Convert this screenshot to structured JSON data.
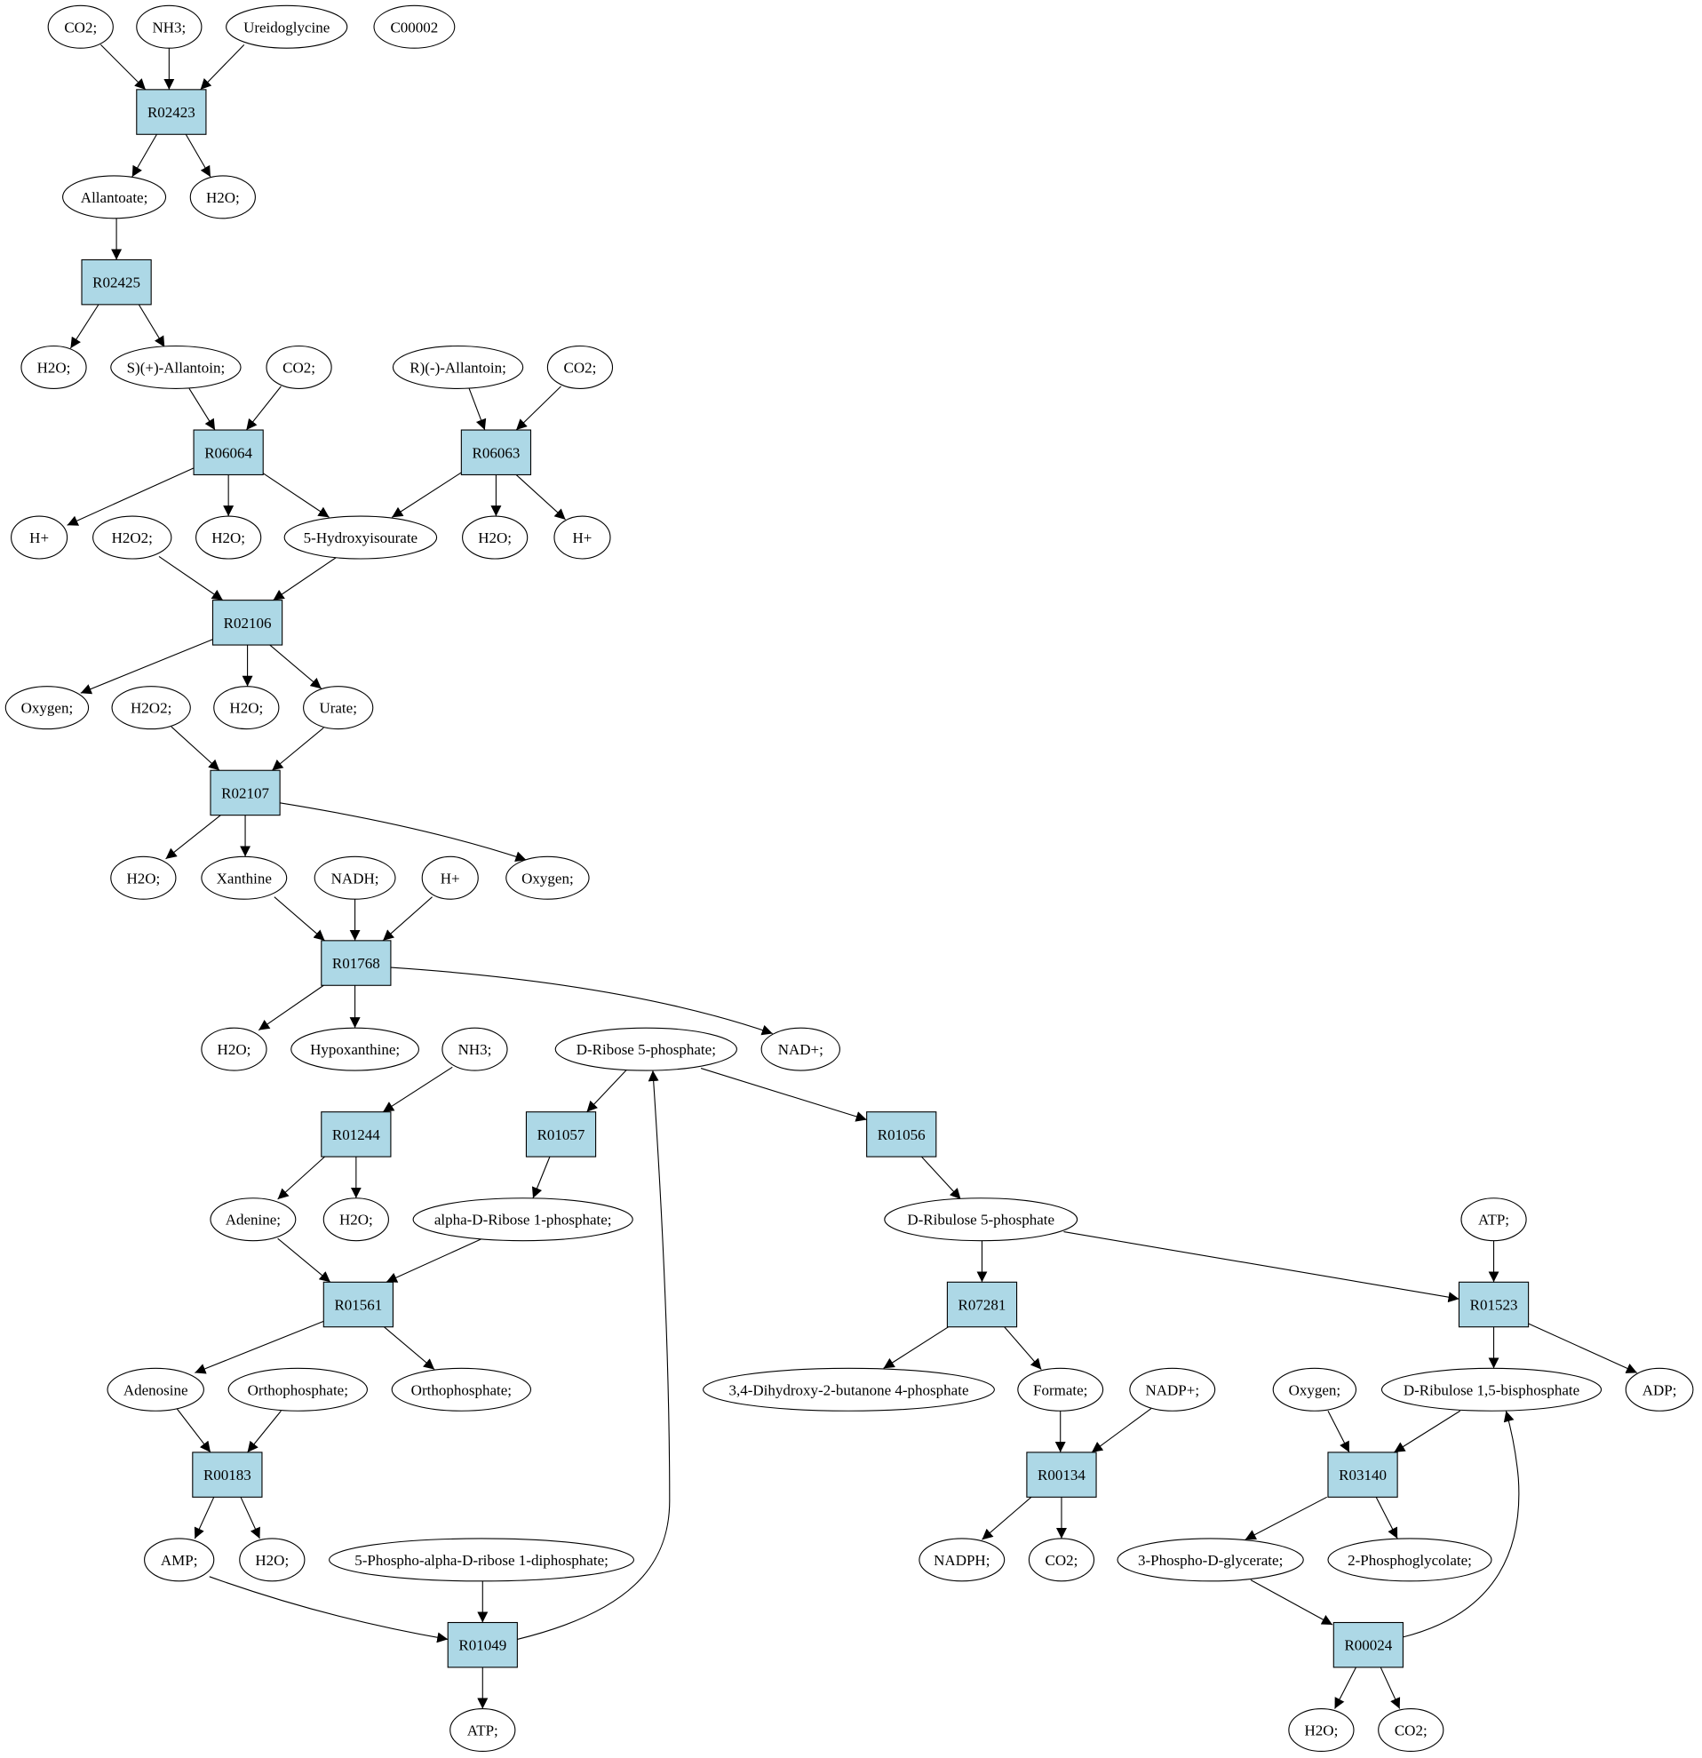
{
  "colors": {
    "reaction_fill": "#add8e6",
    "compound_fill": "#ffffff",
    "highlight_source": "#00ff00",
    "highlight_target": "#ffff00",
    "stroke": "#000000"
  },
  "compounds": {
    "co2_a": "CO2;",
    "nh3_a": "NH3;",
    "ureidoglycine": "Ureidoglycine",
    "c00002": "C00002",
    "allantoate": "Allantoate;",
    "h2o_a": "H2O;",
    "h2o_b": "H2O;",
    "s_allantoin": "S)(+)-Allantoin;",
    "co2_b": "CO2;",
    "r_allantoin": "R)(-)-Allantoin;",
    "co2_c": "CO2;",
    "hplus_a": "H+",
    "h2o2_a": "H2O2;",
    "h2o_c": "H2O;",
    "hydroxyisourate": "5-Hydroxyisourate",
    "h2o_d": "H2O;",
    "hplus_b": "H+",
    "oxygen_a": "Oxygen;",
    "h2o2_b": "H2O2;",
    "h2o_e": "H2O;",
    "urate": "Urate;",
    "h2o_f": "H2O;",
    "xanthine": "Xanthine",
    "nadh": "NADH;",
    "hplus_c": "H+",
    "oxygen_b": "Oxygen;",
    "h2o_g": "H2O;",
    "hypoxanthine": "Hypoxanthine;",
    "nh3_b": "NH3;",
    "ribose5p": "D-Ribose 5-phosphate;",
    "nadplus": "NAD+;",
    "adenine": "Adenine;",
    "h2o_h": "H2O;",
    "alpha_ribose1p": "alpha-D-Ribose 1-phosphate;",
    "ribulose5p": "D-Ribulose 5-phosphate",
    "atp_a": "ATP;",
    "adenosine": "Adenosine",
    "orthophosphate_a": "Orthophosphate;",
    "orthophosphate_b": "Orthophosphate;",
    "dihydroxybutanone": "3,4-Dihydroxy-2-butanone 4-phosphate",
    "formate": "Formate;",
    "nadpplus": "NADP+;",
    "oxygen_c": "Oxygen;",
    "ribulose15bp": "D-Ribulose 1,5-bisphosphate",
    "adp": "ADP;",
    "amp": "AMP;",
    "h2o_i": "H2O;",
    "prpp": "5-Phospho-alpha-D-ribose 1-diphosphate;",
    "nadph": "NADPH;",
    "co2_d": "CO2;",
    "phosphoglycerate": "3-Phospho-D-glycerate;",
    "phosphoglycolate": "2-Phosphoglycolate;",
    "atp_b": "ATP;",
    "h2o_j": "H2O;",
    "co2_e": "CO2;"
  },
  "reactions": {
    "r02423": "R02423",
    "r02425": "R02425",
    "r06064": "R06064",
    "r06063": "R06063",
    "r02106": "R02106",
    "r02107": "R02107",
    "r01768": "R01768",
    "r01244": "R01244",
    "r01057": "R01057",
    "r01056": "R01056",
    "r01561": "R01561",
    "r07281": "R07281",
    "r01523": "R01523",
    "r00183": "R00183",
    "r00134": "R00134",
    "r03140": "R03140",
    "r01049": "R01049",
    "r00024": "R00024"
  }
}
